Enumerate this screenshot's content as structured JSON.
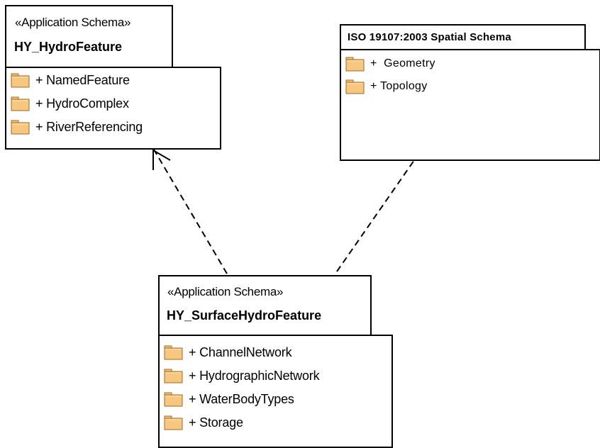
{
  "packages": {
    "hydro_feature": {
      "stereotype": "«Application Schema»",
      "name": "HY_HydroFeature",
      "items": [
        {
          "label": "+ NamedFeature",
          "icon": "folder-icon"
        },
        {
          "label": "+ HydroComplex",
          "icon": "folder-icon"
        },
        {
          "label": "+ RiverReferencing",
          "icon": "folder-icon"
        }
      ]
    },
    "spatial_schema": {
      "name": "ISO 19107:2003 Spatial Schema",
      "items": [
        {
          "label": "+  Geometry",
          "icon": "folder-icon"
        },
        {
          "label": "+ Topology",
          "icon": "folder-icon"
        }
      ]
    },
    "surface_hydro_feature": {
      "stereotype": "«Application Schema»",
      "name": "HY_SurfaceHydroFeature",
      "items": [
        {
          "label": "+ ChannelNetwork",
          "icon": "folder-icon"
        },
        {
          "label": "+ HydrographicNetwork",
          "icon": "folder-icon"
        },
        {
          "label": "+ WaterBodyTypes",
          "icon": "folder-icon"
        },
        {
          "label": "+ Storage",
          "icon": "folder-icon"
        }
      ]
    }
  },
  "dependencies": [
    {
      "from": "HY_SurfaceHydroFeature",
      "to": "HY_HydroFeature",
      "style": "dashed-open-arrow"
    },
    {
      "from": "HY_SurfaceHydroFeature",
      "to": "ISO 19107:2003 Spatial Schema",
      "style": "dashed-open-arrow"
    }
  ],
  "colors": {
    "folder_fill": "#f7c77f",
    "folder_stroke": "#9c6a24",
    "line": "#000000",
    "background": "#ffffff"
  }
}
